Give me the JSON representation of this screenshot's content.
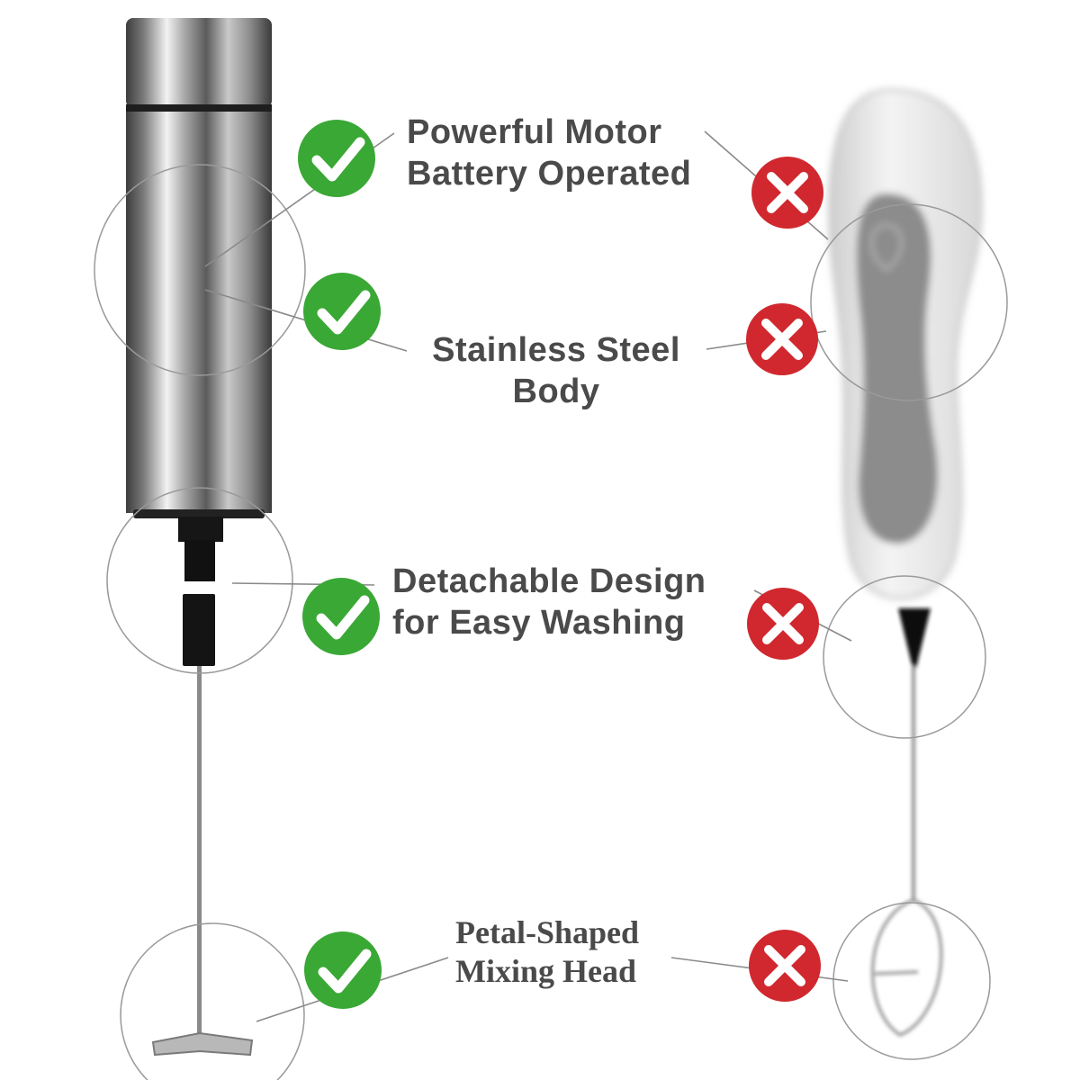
{
  "features": [
    {
      "line1": "Powerful Motor",
      "line2": "Battery Operated",
      "good": "check-icon",
      "bad": "cross-icon"
    },
    {
      "line1": "Stainless Steel",
      "line2": "Body",
      "good": "check-icon",
      "bad": "cross-icon"
    },
    {
      "line1": "Detachable Design",
      "line2": "for Easy Washing",
      "good": "check-icon",
      "bad": "cross-icon"
    },
    {
      "line1": "Petal-Shaped",
      "line2": "Mixing Head",
      "good": "check-icon",
      "bad": "cross-icon"
    }
  ],
  "colors": {
    "check_green": "#3aa835",
    "cross_red": "#d0282e",
    "text_gray": "#4a4a4a",
    "callout_line": "#8a8a8a"
  }
}
